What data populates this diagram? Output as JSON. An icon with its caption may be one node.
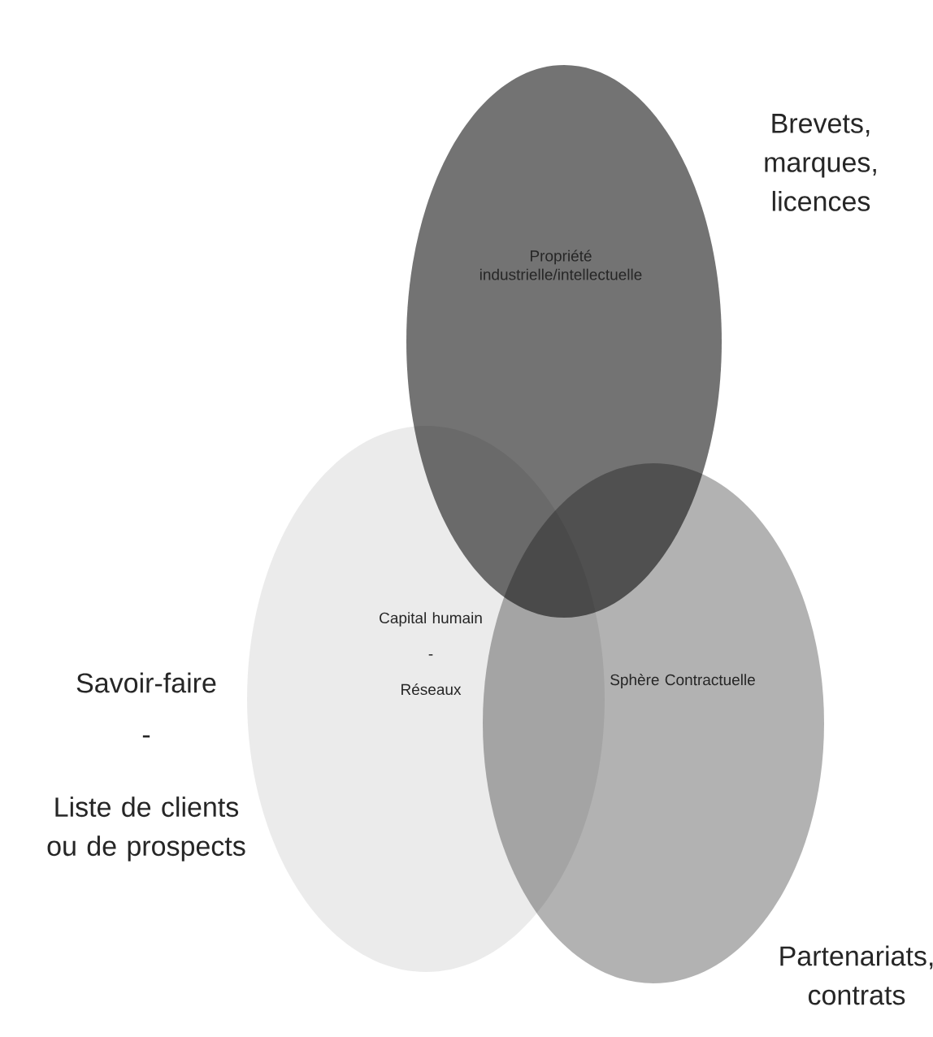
{
  "diagram": {
    "nodes": [
      {
        "text": [
          "Propriété industrielle/intellectuelle"
        ],
        "beside": [
          "Brevets, marques, licences"
        ]
      },
      {
        "text": [
          "Capital humain",
          "-",
          "Réseaux"
        ],
        "beside": [
          "Savoir-faire",
          "-",
          "Liste de clients ou de prospects"
        ]
      },
      {
        "text": [
          "Sphère Contractuelle"
        ],
        "beside": [
          "Partenariats, contrats"
        ]
      }
    ]
  }
}
